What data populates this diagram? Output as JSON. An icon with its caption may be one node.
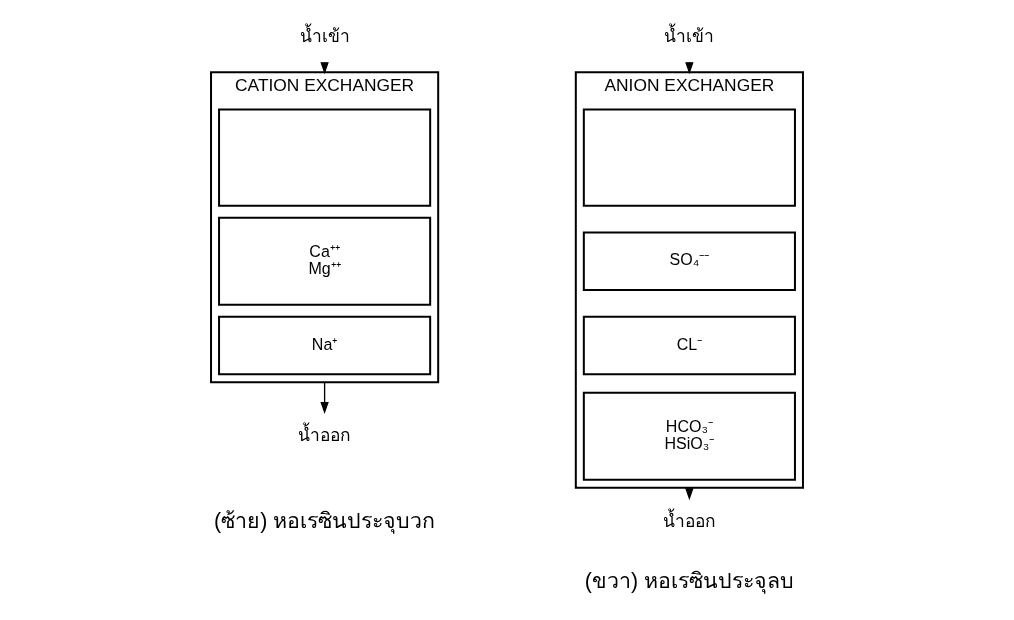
{
  "diagram": {
    "nodes": [
      {
        "text": [
          "CATION EXCHANGER"
        ]
      },
      {
        "text": [],
        "shape": "box",
        "in": 0
      },
      {
        "text": [
          "Ca⁺⁺ Mg⁺⁺"
        ],
        "in": 0
      },
      {
        "text": [
          "Na⁺"
        ],
        "in": 0
      },
      {
        "text": [
          "น้ำเข้า"
        ]
      },
      {
        "text": [
          "น้ำออก"
        ]
      },
      {
        "text": [
          "ANION EXCHANGER"
        ]
      },
      {
        "text": [],
        "shape": "box",
        "in": 6
      },
      {
        "text": [
          "SO₄⁻⁻"
        ],
        "in": 6
      },
      {
        "text": [
          "CL⁻"
        ],
        "in": 6
      },
      {
        "text": [
          "HCO₃⁻ HSiO₃⁻"
        ],
        "in": 6
      },
      {
        "text": [
          "น้ำเข้า"
        ]
      },
      {
        "text": [
          "น้ำออก"
        ]
      }
    ],
    "edges": [
      {
        "from": 4,
        "to": 0,
        "arrow": "to"
      },
      {
        "from": 0,
        "to": 5,
        "arrow": "to"
      },
      {
        "from": 11,
        "to": 6,
        "arrow": "to"
      },
      {
        "from": 6,
        "to": 12,
        "arrow": "to"
      }
    ],
    "labels": [
      "(ซ้าย) หอเรซินประจุบวก",
      "(ขวา) หอเรซินประจุลบ"
    ]
  }
}
